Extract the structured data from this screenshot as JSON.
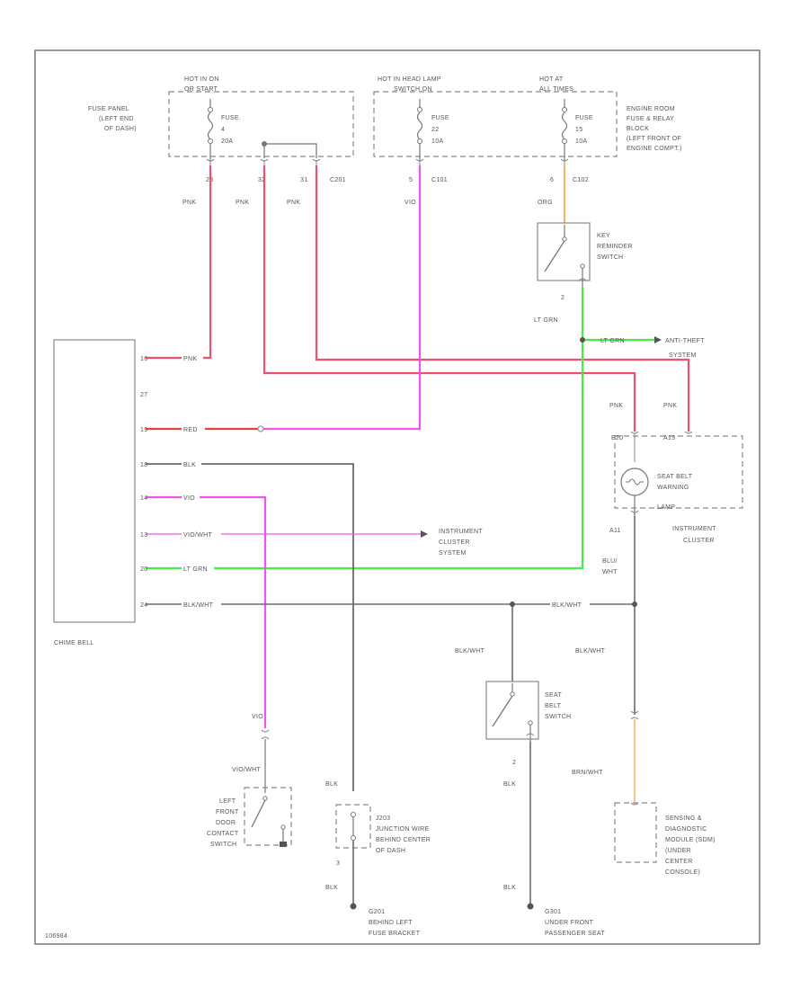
{
  "colors": {
    "pnk": "#f0506e",
    "red": "#e8403a",
    "vio": "#ee55ee",
    "lt_grn": "#44ee44",
    "org": "#f2b66a",
    "blk": "#6a6a6a",
    "brn": "#f2c98a",
    "border": "#777777"
  },
  "code": "106984",
  "fuse_panel": {
    "hot_label_1": "HOT IN ON",
    "hot_label_2": "OR START",
    "name_lines": [
      "FUSE PANEL",
      "(LEFT END",
      "OF DASH)"
    ],
    "fuse_label": "FUSE",
    "fuse_number": "4",
    "fuse_amps": "20A"
  },
  "engine_block": {
    "hot_a_1": "HOT IN HEAD LAMP",
    "hot_a_2": "SWITCH ON",
    "hot_b_1": "HOT AT",
    "hot_b_2": "ALL TIMES",
    "name_lines": [
      "ENGINE ROOM",
      "FUSE & RELAY",
      "BLOCK",
      "(LEFT FRONT OF",
      "ENGINE COMPT.)"
    ],
    "fuse_a_label": "FUSE",
    "fuse_a_number": "22",
    "fuse_a_amps": "10A",
    "fuse_b_label": "FUSE",
    "fuse_b_number": "15",
    "fuse_b_amps": "10A"
  },
  "connectors": {
    "pin_23": "23",
    "pin_32": "32",
    "pin_31": "31",
    "c201": "C201",
    "pin_5": "5",
    "c101": "C101",
    "pin_6": "6",
    "c102": "C102",
    "pin_2": "2",
    "pin_3": "3"
  },
  "wires": {
    "pnk": "PNK",
    "vio": "VIO",
    "org": "ORG",
    "lt_grn": "LT GRN",
    "red": "RED",
    "blk": "BLK",
    "vio_wht": "VIO/WHT",
    "blk_wht": "BLK/WHT",
    "blu_wht_1": "BLU/",
    "blu_wht_2": "WHT",
    "brn_wht": "BRN/WHT"
  },
  "key_reminder": {
    "lines": [
      "KEY",
      "REMINDER",
      "SWITCH"
    ]
  },
  "anti_theft": {
    "lines": [
      "ANTI-THEFT",
      "SYSTEM"
    ]
  },
  "chime_bell": {
    "label": "CHIME BELL",
    "pins": [
      "16",
      "27",
      "19",
      "18",
      "14",
      "13",
      "20",
      "24"
    ]
  },
  "instrument_cluster": {
    "pin_left": "E20",
    "pin_right": "A13",
    "pin_bottom": "A11",
    "lamp_lines": [
      "SEAT BELT",
      "WARNING",
      "LAMP"
    ],
    "name_lines": [
      "INSTRUMENT",
      "CLUSTER"
    ]
  },
  "instrument_cluster_system": {
    "lines": [
      "INSTRUMENT",
      "CLUSTER",
      "SYSTEM"
    ]
  },
  "door_switch": {
    "lines": [
      "LEFT",
      "FRONT",
      "DOOR",
      "CONTACT",
      "SWITCH"
    ]
  },
  "j203": {
    "lines": [
      "J203",
      "JUNCTION WIRE",
      "BEHIND CENTER",
      "OF DASH"
    ]
  },
  "seat_belt_switch": {
    "lines": [
      "SEAT",
      "BELT",
      "SWITCH"
    ]
  },
  "sdm": {
    "lines": [
      "SENSING &",
      "DIAGNOSTIC",
      "MODULE (SDM)",
      "(UNDER",
      "CENTER",
      "CONSOLE)"
    ]
  },
  "grounds": {
    "g201_lines": [
      "G201",
      "BEHIND LEFT",
      "FUSE BRACKET"
    ],
    "g301_lines": [
      "G301",
      "UNDER FRONT",
      "PASSENGER SEAT"
    ]
  }
}
